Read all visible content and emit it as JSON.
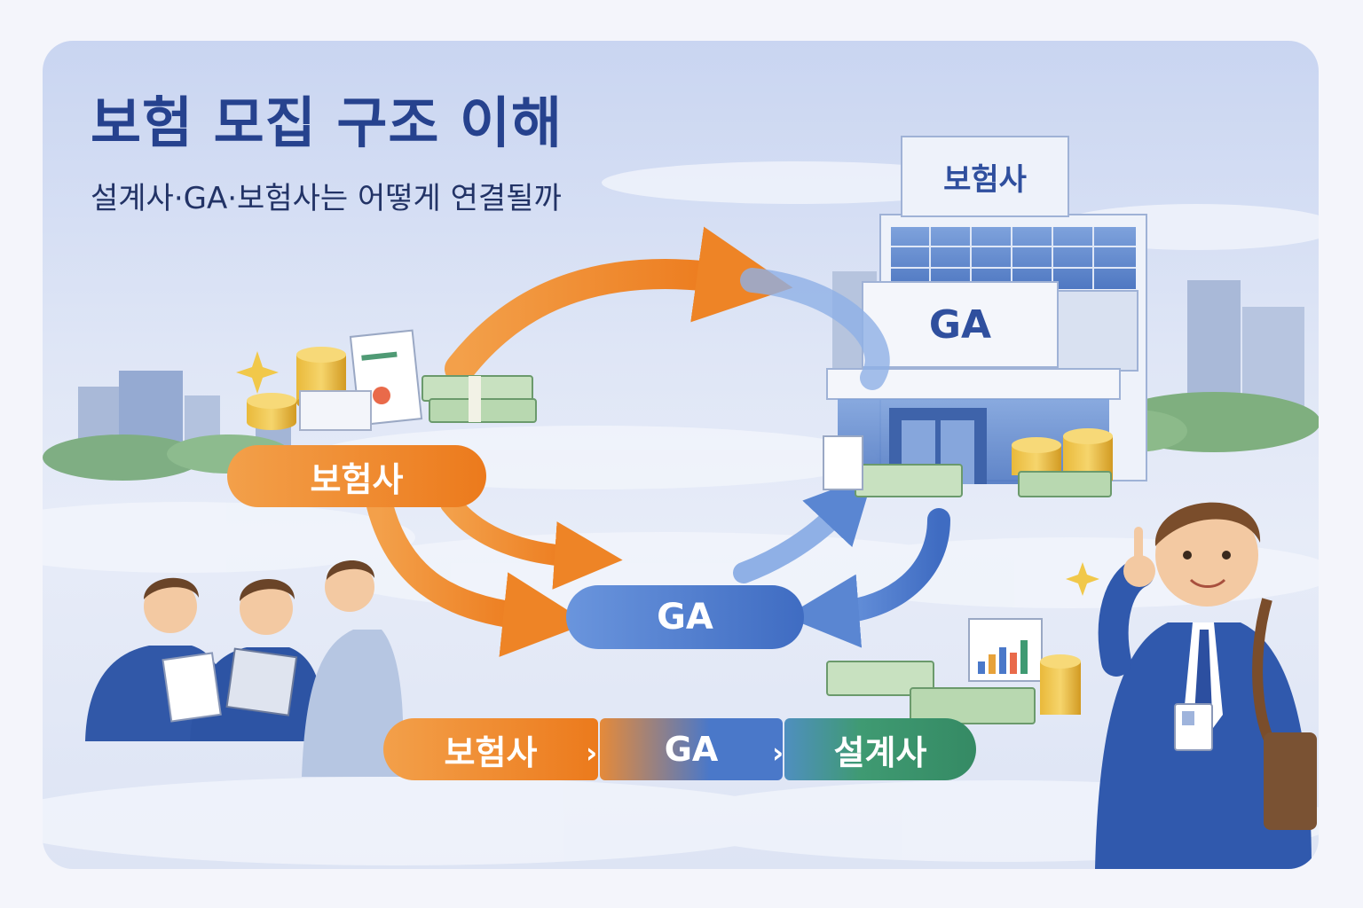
{
  "title": "보험 모집 구조 이해",
  "subtitle": "설계사·GA·보험사는 어떻게 연결될까",
  "building": {
    "top_sign": "보험사",
    "mid_sign": "GA"
  },
  "nodes": {
    "insurer": "보험사",
    "ga": "GA"
  },
  "chain": [
    "보험사",
    "GA",
    "설계사"
  ],
  "colors": {
    "title": "#26428e",
    "orange": "#f08a2c",
    "blue": "#4a78c9",
    "green": "#3f9a72"
  },
  "icons": [
    "sparkle-icon",
    "coin-stack-icon",
    "cash-bundle-icon",
    "document-icon",
    "bar-chart-icon",
    "shoulder-bag-icon",
    "id-badge-icon"
  ]
}
